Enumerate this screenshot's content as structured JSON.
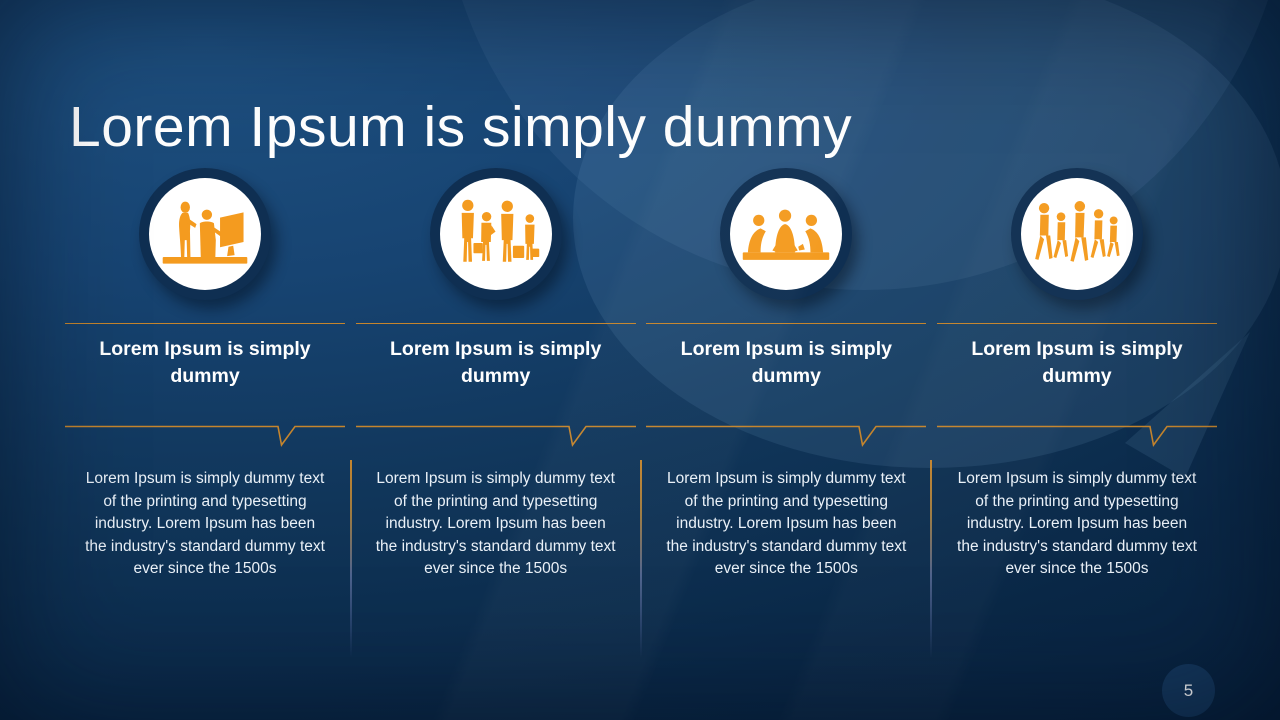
{
  "slide": {
    "title": "Lorem Ipsum is simply dummy",
    "page_number": "5"
  },
  "columns": [
    {
      "icon": "teamwork-desk-icon",
      "heading": "Lorem Ipsum is simply dummy",
      "body": "Lorem Ipsum is simply dummy text of the printing and typesetting industry. Lorem Ipsum has been the industry's standard dummy text ever since the 1500s"
    },
    {
      "icon": "business-group-icon",
      "heading": "Lorem Ipsum is simply dummy",
      "body": "Lorem Ipsum is simply dummy text of the printing and typesetting industry. Lorem Ipsum has been the industry's standard dummy text ever since the 1500s"
    },
    {
      "icon": "meeting-table-icon",
      "heading": "Lorem Ipsum is simply dummy",
      "body": "Lorem Ipsum is simply dummy text of the printing and typesetting industry. Lorem Ipsum has been the industry's standard dummy text ever since the 1500s"
    },
    {
      "icon": "people-walking-icon",
      "heading": "Lorem Ipsum is simply dummy",
      "body": "Lorem Ipsum is simply dummy text of the printing and typesetting industry. Lorem Ipsum has been the industry's standard dummy text ever since the 1500s"
    }
  ],
  "colors": {
    "accent_orange": "#F49B1F",
    "line_orange": "#C5852D",
    "ring_navy": "#0F2F52",
    "page_circle": "#14375C",
    "body_text": "#EAF1F8"
  }
}
